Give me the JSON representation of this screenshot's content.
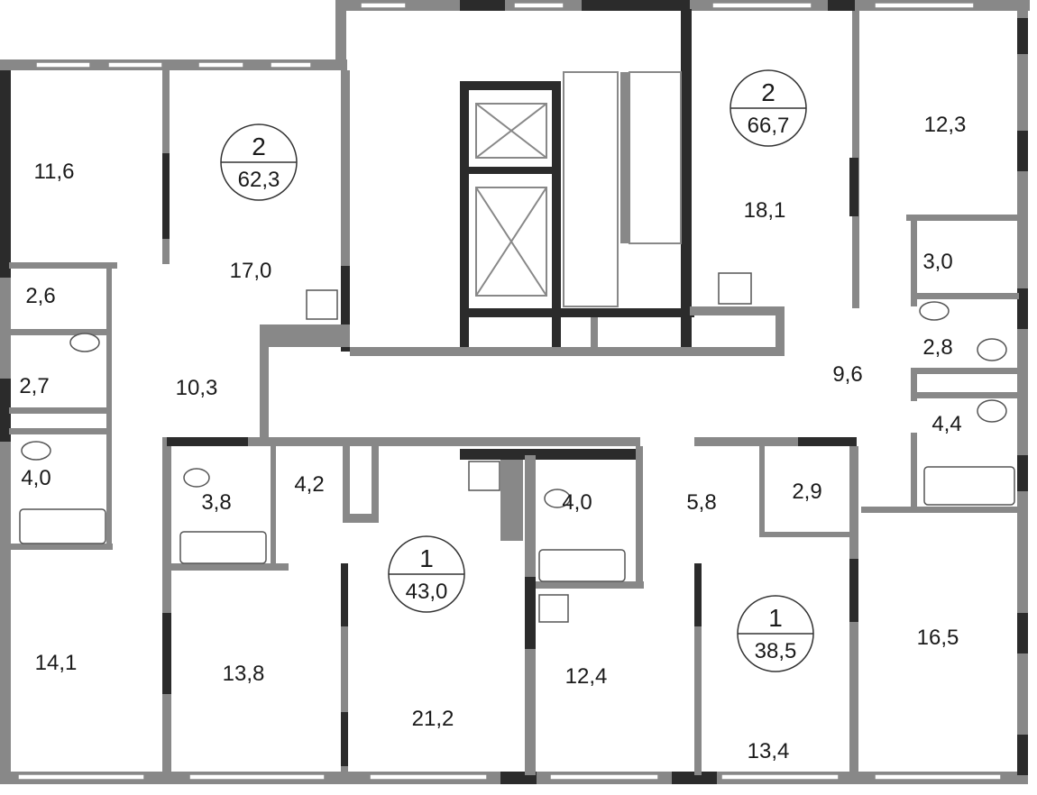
{
  "apartments": [
    {
      "rooms": "2",
      "area": "62,3"
    },
    {
      "rooms": "2",
      "area": "66,7"
    },
    {
      "rooms": "1",
      "area": "43,0"
    },
    {
      "rooms": "1",
      "area": "38,5"
    }
  ],
  "rooms": {
    "r1": "11,6",
    "r2": "17,0",
    "r3": "2,6",
    "r4": "2,7",
    "r5": "10,3",
    "r6": "4,0",
    "r7": "3,8",
    "r8": "4,2",
    "r9": "14,1",
    "r10": "13,8",
    "r11": "21,2",
    "r12": "4,0",
    "r13": "12,4",
    "r14": "5,8",
    "r15": "2,9",
    "r16": "13,4",
    "r17": "16,5",
    "r18": "18,1",
    "r19": "12,3",
    "r20": "3,0",
    "r21": "2,8",
    "r22": "9,6",
    "r23": "4,4"
  }
}
